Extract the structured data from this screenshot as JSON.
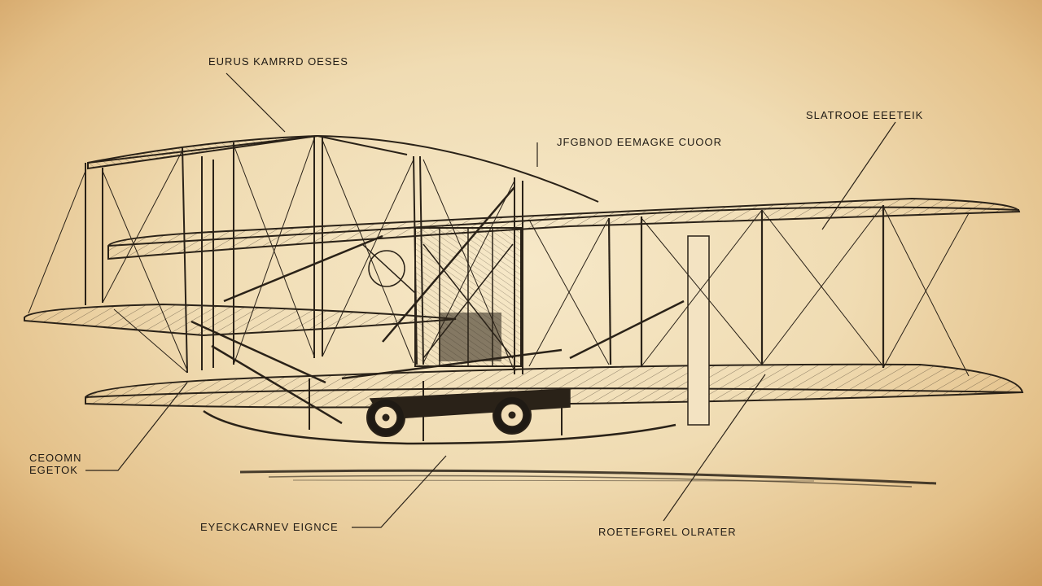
{
  "callouts": {
    "top_left": "EURUS KAMRRD OESES",
    "center_top": "JFGBNOD EEMAGKE CUOOR",
    "top_right": "SLATROOE EEETEIK",
    "left_line1": "CEOOMN",
    "left_line2": "EGETOK",
    "bottom_center": "EYECKCARNEV EIGNCE",
    "bottom_right": "ROETEFGREL OLRATER"
  }
}
